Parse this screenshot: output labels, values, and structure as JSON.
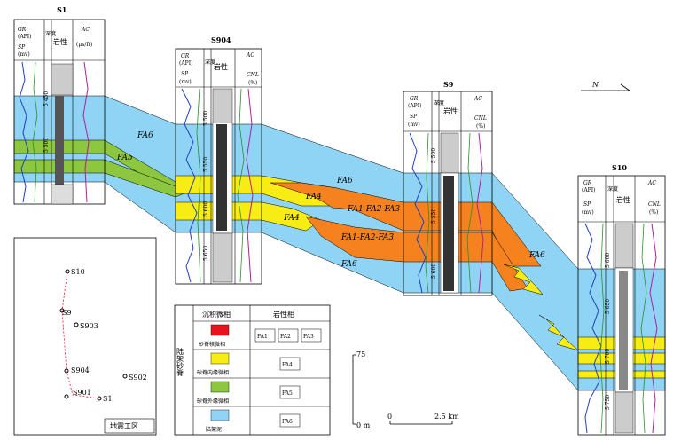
{
  "wells": [
    {
      "id": "S1",
      "name": "S1",
      "depths": [
        "5 450",
        "5 500"
      ]
    },
    {
      "id": "S904",
      "name": "S904",
      "depths": [
        "5 500",
        "5 550",
        "5 600",
        "5 650"
      ]
    },
    {
      "id": "S9",
      "name": "S9",
      "depths": [
        "5 500",
        "5 550",
        "5 600"
      ]
    },
    {
      "id": "S10",
      "name": "S10",
      "depths": [
        "5 600",
        "5 650",
        "5 700",
        "5 750"
      ]
    }
  ],
  "header": {
    "gr": "GR",
    "gr_unit": "(API)",
    "gr_min": "0",
    "gr_max": "150",
    "sp": "SP",
    "sp_unit": "(mv)",
    "sp_min": "0",
    "sp_max": "100",
    "depth": "深度",
    "depth_unit": "m",
    "lith": "岩性",
    "ac": "AC",
    "ac_unit": "(μs/ft)",
    "ac_min": "140",
    "ac_max": "40",
    "cnl": "CNL",
    "cnl_unit": "(%)",
    "cnl_min": "45",
    "cnl_max": "-15"
  },
  "facies_labels": {
    "fa6": "FA6",
    "fa5": "FA5",
    "fa4": "FA4",
    "fa123": "FA1-FA2-FA3"
  },
  "north": "N",
  "map": {
    "title": "地震工区",
    "wells": [
      "S10",
      "S9",
      "S903",
      "S904",
      "S901",
      "S1",
      "S902"
    ]
  },
  "legend": {
    "side_label": "陆架砂脊",
    "col1": "沉积微相",
    "col2": "岩性相",
    "rows": [
      {
        "name": "砂脊核微相",
        "color": "#e8141b",
        "codes": [
          "FA1",
          "FA2",
          "FA3"
        ]
      },
      {
        "name": "砂脊内缘微相",
        "color": "#f7ec13",
        "codes": [
          "FA4"
        ]
      },
      {
        "name": "砂脊外缘微相",
        "color": "#8dc63f",
        "codes": [
          "FA5"
        ]
      },
      {
        "name": "陆架泥",
        "color": "#8fd3f5",
        "codes": [
          "FA6"
        ]
      }
    ]
  },
  "scale": {
    "v_top": "75",
    "v_bottom": "0 m",
    "h_left": "0",
    "h_right": "2.5 km"
  },
  "colors": {
    "mud": "#8fd3f5",
    "inner": "#f7ec13",
    "outer": "#8dc63f",
    "core": "#f5821f",
    "red": "#e8141b"
  }
}
